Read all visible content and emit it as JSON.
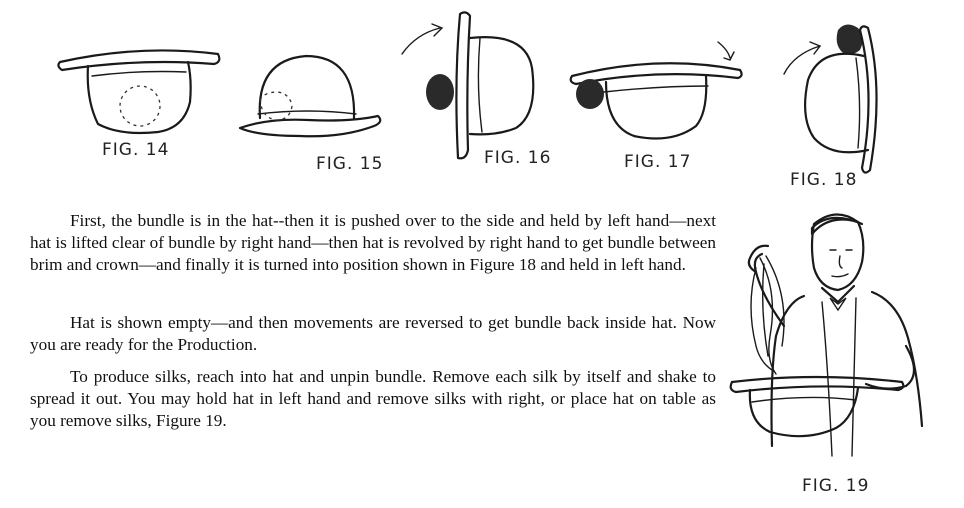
{
  "figures": [
    {
      "id": "fig14",
      "label": "FIG. 14"
    },
    {
      "id": "fig15",
      "label": "FIG. 15"
    },
    {
      "id": "fig16",
      "label": "FIG. 16"
    },
    {
      "id": "fig17",
      "label": "FIG. 17"
    },
    {
      "id": "fig18",
      "label": "FIG. 18"
    },
    {
      "id": "fig19",
      "label": "FIG. 19"
    }
  ],
  "paragraphs": [
    "First, the bundle is in the hat--then it is pushed over to the side and held by left hand—next hat is lifted clear of bundle by right hand—then hat is revolved by right hand to get bundle between brim and crown—and finally it is turned into position shown in Figure 18 and held in left hand.",
    "Hat is shown empty—and then movements are reversed to get bundle back inside hat. Now you are ready for the Production.",
    "To produce silks, reach into hat and unpin bundle. Remove each silk by itself and shake to spread it out. You may hold hat in left hand and remove silks with right, or place hat on table as you remove silks, Figure 19."
  ]
}
